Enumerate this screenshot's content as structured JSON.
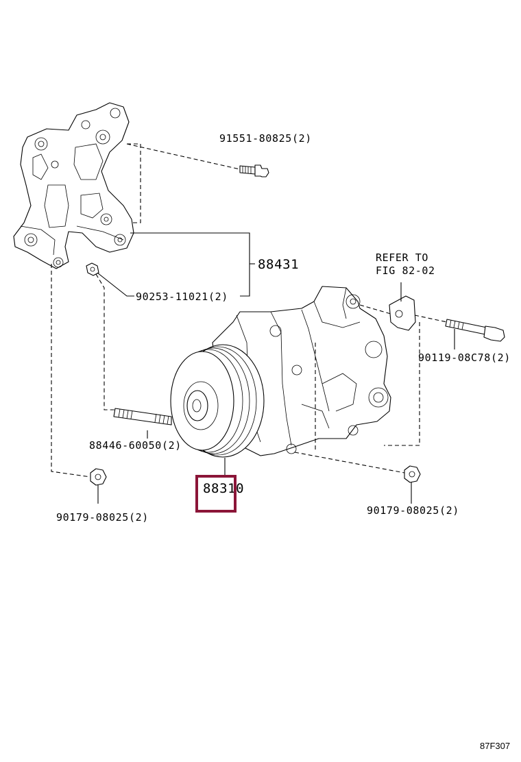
{
  "parts": {
    "bolt_top": "91551-80825(2)",
    "bracket": "88431",
    "bracket_bolt": "90253-11021(2)",
    "refer_line1": "REFER TO",
    "refer_line2": "FIG 82-02",
    "compressor_bolt": "90119-08C78(2)",
    "stud": "88446-60050(2)",
    "compressor": "88310",
    "nut_left": "90179-08025(2)",
    "nut_right": "90179-08025(2)"
  },
  "figure_code": "87F307",
  "colors": {
    "highlight": "#8b1538",
    "ink": "#000000"
  }
}
